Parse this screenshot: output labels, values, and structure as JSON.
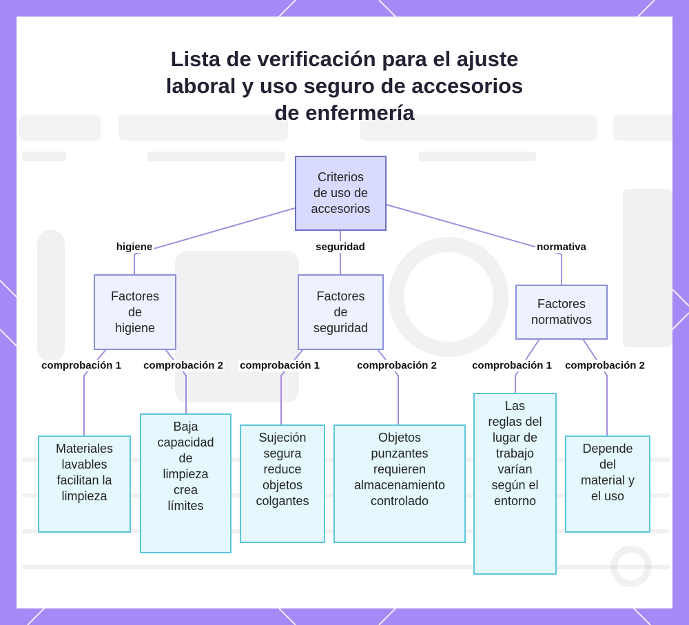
{
  "title": "Lista de verificación para el ajuste\nlaboral y uso seguro de accesorios\nde enfermería",
  "root": {
    "label": "Criterios\nde uso de\naccesorios"
  },
  "branches": [
    {
      "edge_label": "higiene",
      "label": "Factores\nde\nhigiene",
      "checks": [
        {
          "edge_label": "comprobación 1",
          "label": "Materiales\nlavables\nfacilitan la\nlimpieza"
        },
        {
          "edge_label": "comprobación 2",
          "label": "Baja\ncapacidad\nde\nlimpieza\ncrea\nlímites"
        }
      ]
    },
    {
      "edge_label": "seguridad",
      "label": "Factores\nde\nseguridad",
      "checks": [
        {
          "edge_label": "comprobación 1",
          "label": "Sujeción\nsegura\nreduce\nobjetos\ncolgantes"
        },
        {
          "edge_label": "comprobación 2",
          "label": "Objetos\npunzantes\nrequieren\nalmacenamiento\ncontrolado"
        }
      ]
    },
    {
      "edge_label": "normativa",
      "label": "Factores\nnormativos",
      "checks": [
        {
          "edge_label": "comprobación 1",
          "label": "Las\nreglas del\nlugar de\ntrabajo\nvarían\nsegún el\nentorno"
        },
        {
          "edge_label": "comprobación 2",
          "label": "Depende\ndel\nmaterial y\nel uso"
        }
      ]
    }
  ],
  "colors": {
    "border_purple": "#a58af5",
    "root_fill": "#d8dbff",
    "mid_fill": "#eef1ff",
    "leaf_fill": "#e4f8fd",
    "leaf_border": "#5cc6de",
    "connector": "#a58de0"
  }
}
